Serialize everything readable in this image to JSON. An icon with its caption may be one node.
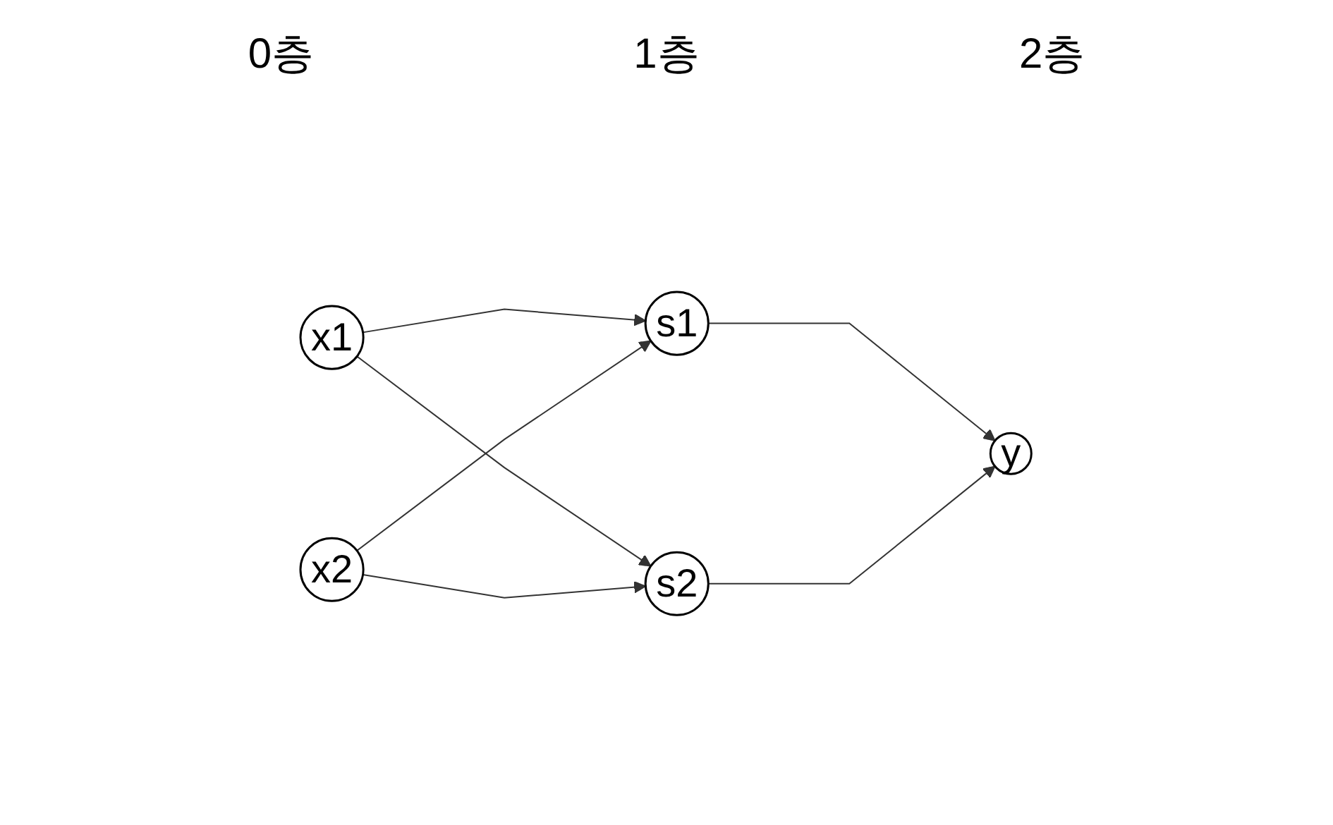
{
  "diagram": {
    "nodes": [
      {
        "text": [
          "x1"
        ]
      },
      {
        "text": [
          "x2"
        ]
      },
      {
        "text": [
          "s1"
        ]
      },
      {
        "text": [
          "s2"
        ]
      },
      {
        "text": [
          "y"
        ]
      }
    ],
    "edges": [
      {
        "from": 0,
        "to": 2,
        "arrow": "to"
      },
      {
        "from": 0,
        "to": 3,
        "arrow": "to"
      },
      {
        "from": 1,
        "to": 2,
        "arrow": "to"
      },
      {
        "from": 1,
        "to": 3,
        "arrow": "to"
      },
      {
        "from": 2,
        "to": 4,
        "arrow": "to"
      },
      {
        "from": 3,
        "to": 4,
        "arrow": "to"
      }
    ],
    "labels": [
      "0층",
      "1층",
      "2층"
    ]
  }
}
